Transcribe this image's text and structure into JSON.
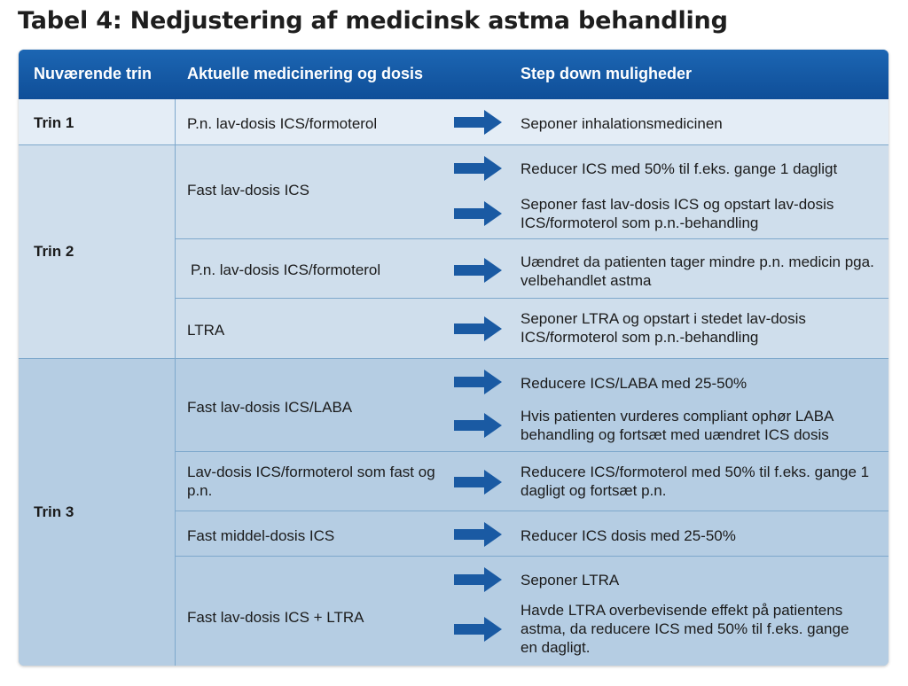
{
  "title": "Tabel 4: Nedjustering af medicinsk astma behandling",
  "headers": {
    "col1": "Nuværende trin",
    "col2": "Aktuelle medicinering og dosis",
    "col3": "Step down muligheder"
  },
  "colors": {
    "header": "#1565b0",
    "band_trin1": "#e4edf6",
    "band_trin2": "#cfdeec",
    "band_trin3": "#b5cde3",
    "arrow": "#1a5aa3"
  },
  "rows": {
    "trin1": {
      "label": "Trin 1",
      "med1": "P.n. lav-dosis ICS/formoterol",
      "opt1": "Seponer inhalationsmedicinen"
    },
    "trin2": {
      "label": "Trin 2",
      "med1": "Fast lav-dosis ICS",
      "opt1a": "Reducer ICS med 50% til f.eks. gange 1 dagligt",
      "opt1b": "Seponer fast lav-dosis ICS og opstart lav-dosis ICS/formoterol som p.n.-behandling",
      "med2": "P.n. lav-dosis ICS/formoterol",
      "opt2": "Uændret da patienten tager mindre p.n. medicin pga. velbehandlet astma",
      "med3": "LTRA",
      "opt3": "Seponer LTRA og opstart i stedet lav-dosis ICS/formoterol som p.n.-behandling"
    },
    "trin3": {
      "label": "Trin 3",
      "med1": "Fast lav-dosis ICS/LABA",
      "opt1a": "Reducere ICS/LABA med 25-50%",
      "opt1b": "Hvis patienten vurderes compliant ophør LABA behandling og fortsæt med uændret ICS dosis",
      "med2": "Lav-dosis ICS/formoterol som fast og p.n.",
      "opt2": "Reducere ICS/formoterol med 50% til f.eks. gange 1 dagligt og fortsæt p.n.",
      "med3": "Fast middel-dosis ICS",
      "opt3": "Reducer ICS dosis med 25-50%",
      "med4": "Fast lav-dosis ICS + LTRA",
      "opt4a": "Seponer LTRA",
      "opt4b": "Havde LTRA overbevisende effekt på patientens astma, da reducere ICS  med 50% til f.eks. gange en dagligt."
    }
  }
}
